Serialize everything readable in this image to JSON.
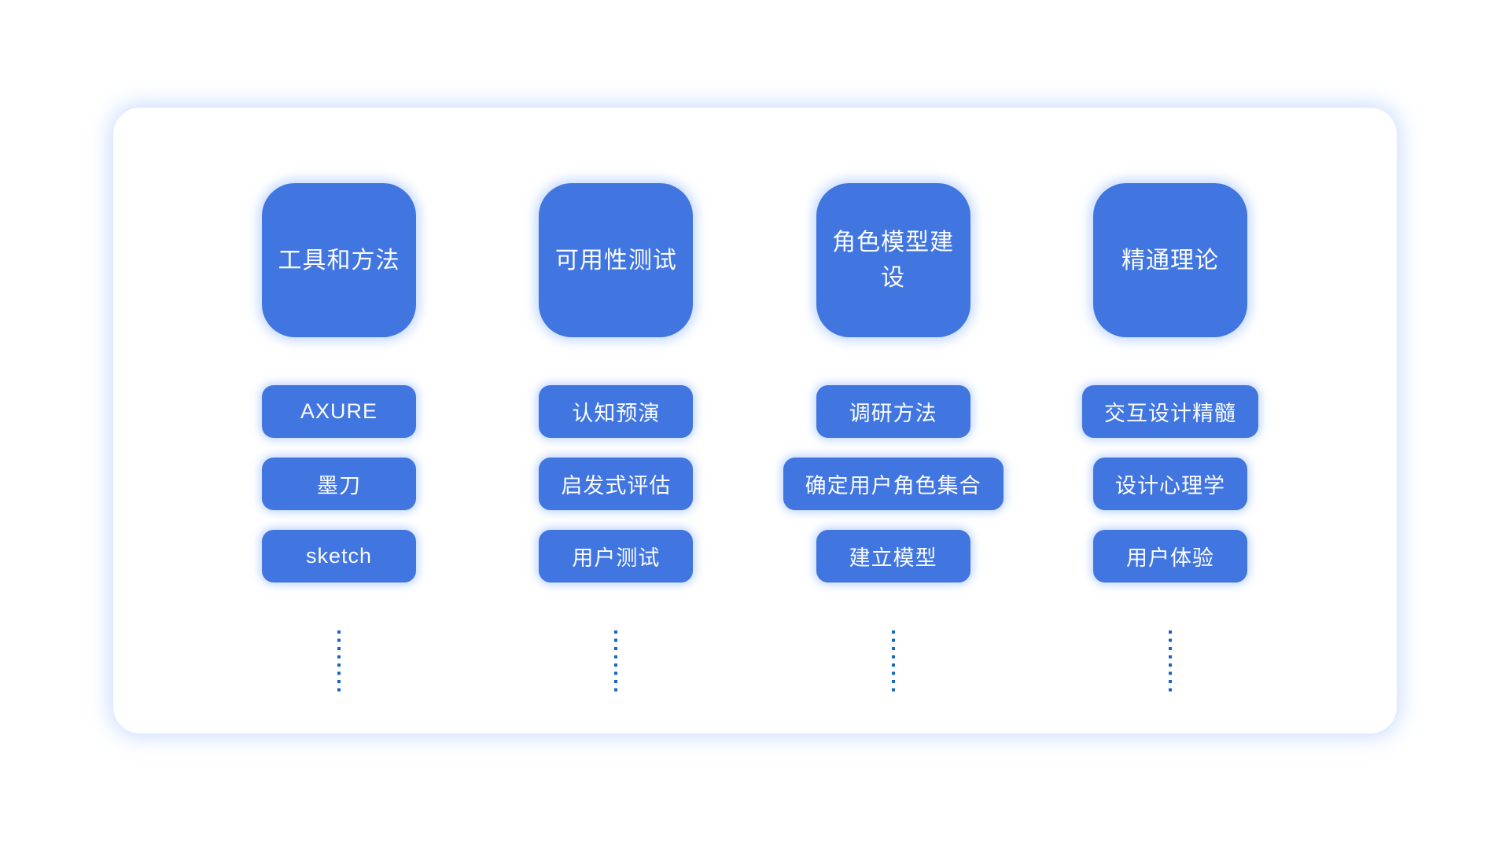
{
  "theme": {
    "node_color": "#4175E0",
    "node_text_color": "#FAFCFF",
    "dot_color": "#1765C5",
    "glow_color": "rgba(140, 180, 255, 0.55)"
  },
  "diagram": {
    "type": "mindmap-columns",
    "columns": [
      {
        "title": "工具和方法",
        "items": [
          "AXURE",
          "墨刀",
          "sketch"
        ]
      },
      {
        "title": "可用性测试",
        "items": [
          "认知预演",
          "启发式评估",
          "用户测试"
        ]
      },
      {
        "title": "角色模型建设",
        "items": [
          "调研方法",
          "确定用户角色集合",
          "建立模型"
        ]
      },
      {
        "title": "精通理论",
        "items": [
          "交互设计精髓",
          "设计心理学",
          "用户体验"
        ]
      }
    ]
  }
}
